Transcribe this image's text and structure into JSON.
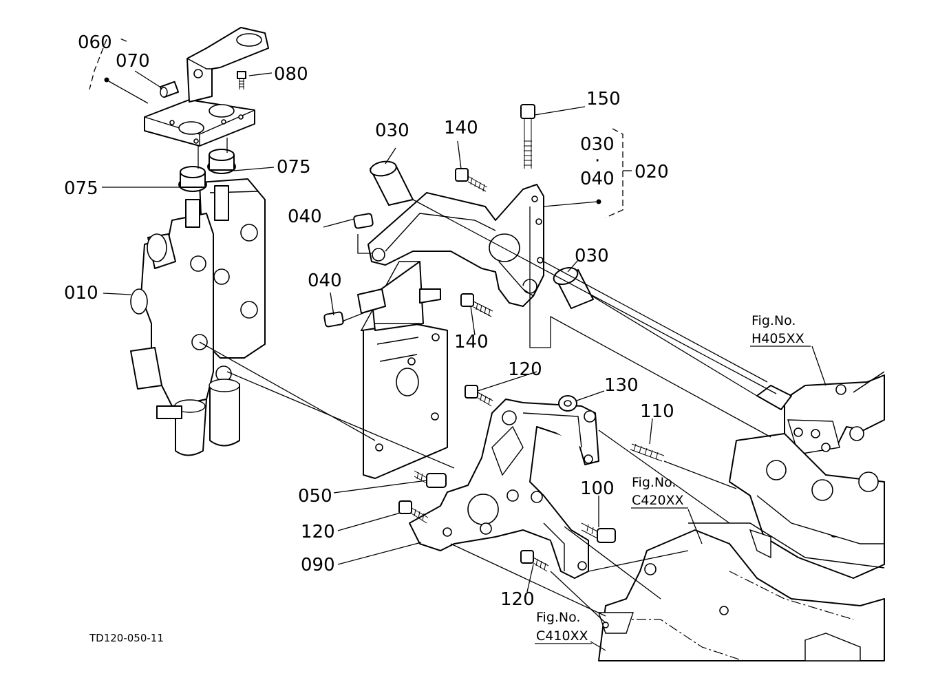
{
  "drawing_code": "TD120-050-11",
  "part_labels": {
    "p010": "010",
    "p020": "020",
    "p030_a": "030",
    "p030_b": "030",
    "p030_c": "030",
    "p040_a": "040",
    "p040_b": "040",
    "p040_c": "040",
    "p050": "050",
    "p060": "060",
    "p070": "070",
    "p075_a": "075",
    "p075_b": "075",
    "p080": "080",
    "p090": "090",
    "p100": "100",
    "p110": "110",
    "p120_a": "120",
    "p120_b": "120",
    "p120_c": "120",
    "p130": "130",
    "p140_a": "140",
    "p140_b": "140",
    "p150": "150"
  },
  "figure_refs": {
    "h405": {
      "line1": "Fig.No.",
      "line2": "H405XX"
    },
    "c420": {
      "line1": "Fig.No.",
      "line2": "C420XX"
    },
    "c410": {
      "line1": "Fig.No.",
      "line2": "C410XX"
    }
  },
  "group_030_040_020": {
    "top": "030",
    "bottom": "040",
    "bullet": "·",
    "group": "020"
  }
}
